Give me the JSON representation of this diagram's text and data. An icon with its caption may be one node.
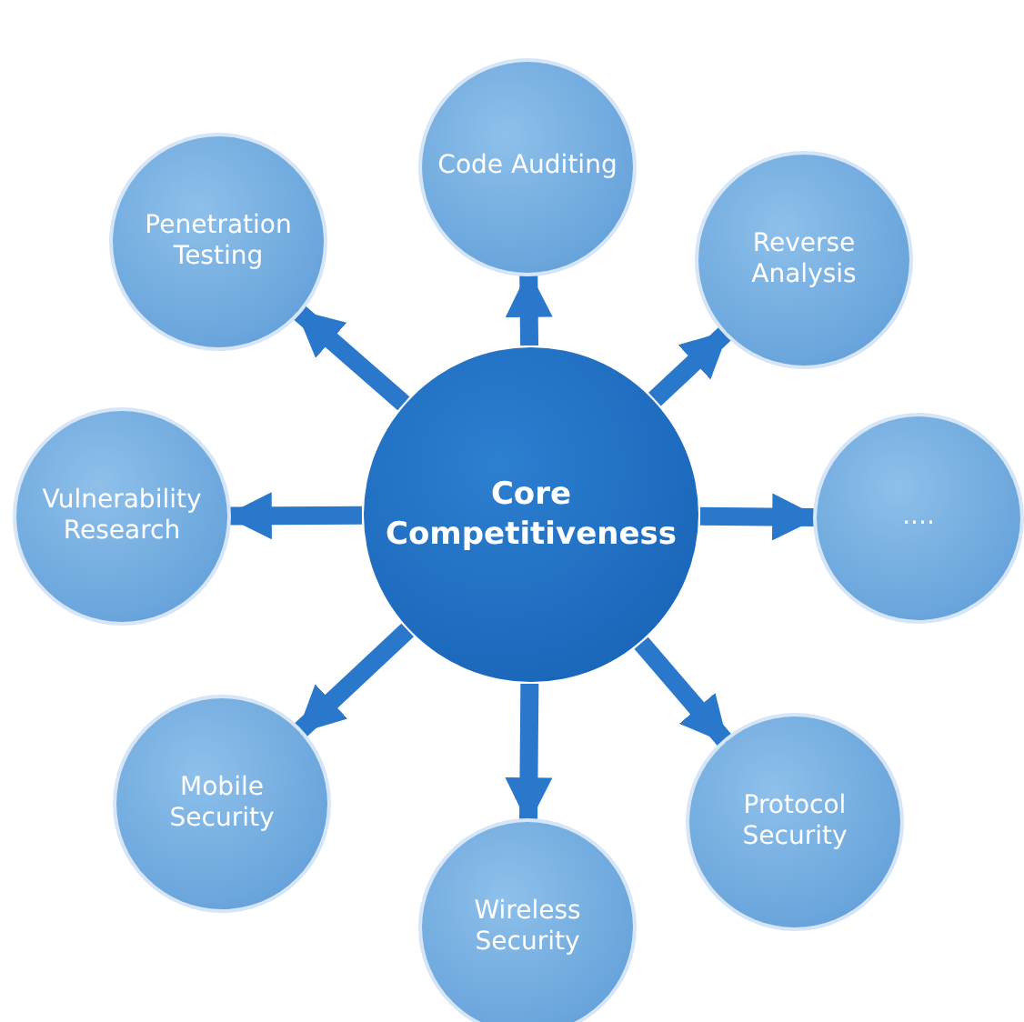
{
  "diagram": {
    "nodes": [
      {
        "text": [
          "Core Competitiveness"
        ]
      },
      {
        "text": [
          "Code Auditing"
        ]
      },
      {
        "text": [
          "Reverse Analysis"
        ]
      },
      {
        "text": [
          "...."
        ]
      },
      {
        "text": [
          "Protocol Security"
        ]
      },
      {
        "text": [
          "Wireless Security"
        ]
      },
      {
        "text": [
          "Mobile Security"
        ]
      },
      {
        "text": [
          "Vulnerability Research"
        ]
      },
      {
        "text": [
          "Penetration Testing"
        ]
      }
    ],
    "edges": [
      {
        "from": 0,
        "to": 1,
        "arrow": "to"
      },
      {
        "from": 0,
        "to": 2,
        "arrow": "to"
      },
      {
        "from": 0,
        "to": 3,
        "arrow": "to"
      },
      {
        "from": 0,
        "to": 4,
        "arrow": "to"
      },
      {
        "from": 0,
        "to": 5,
        "arrow": "to"
      },
      {
        "from": 0,
        "to": 6,
        "arrow": "to"
      },
      {
        "from": 0,
        "to": 7,
        "arrow": "to"
      },
      {
        "from": 0,
        "to": 8,
        "arrow": "to"
      }
    ]
  }
}
